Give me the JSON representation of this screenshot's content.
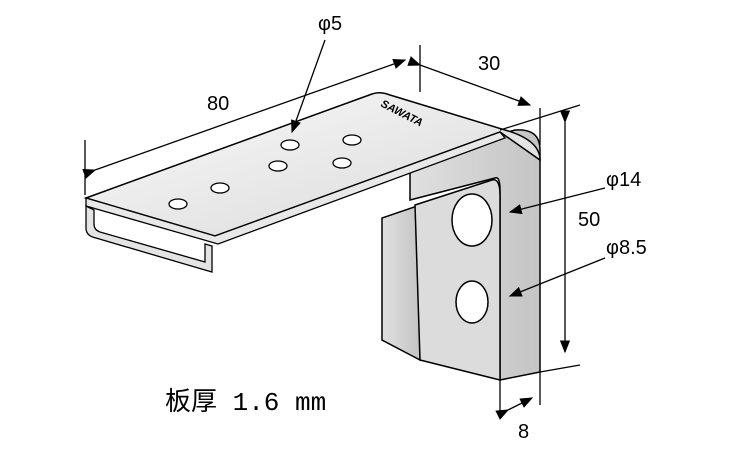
{
  "dimensions": {
    "length": "80",
    "depth": "30",
    "height": "50",
    "hole_small": "φ5",
    "hole_large": "φ14",
    "hole_medium": "φ8.5",
    "flange": "8"
  },
  "brand": "SAWATA",
  "thickness_label": "板厚 1.6 mm",
  "colors": {
    "metal_light": "#f4f4f4",
    "metal_dark": "#cfcfcf",
    "line": "#000000"
  }
}
